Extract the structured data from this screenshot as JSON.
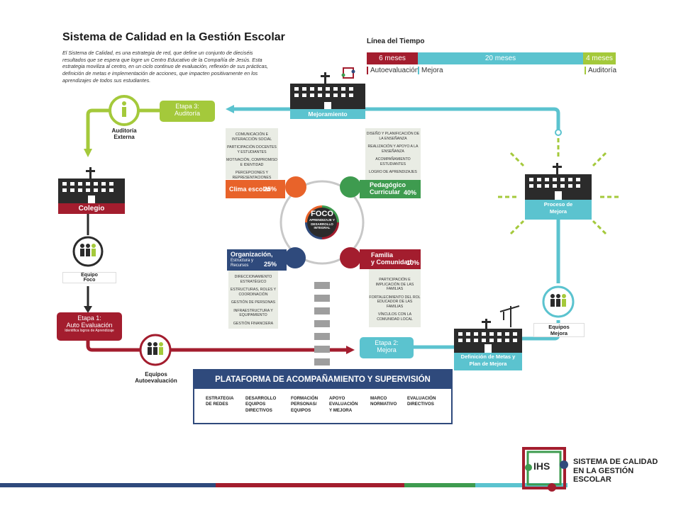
{
  "header": {
    "title": "Sistema de Calidad en la Gestión Escolar",
    "intro": "El Sistema de Calidad, es una estrategia de red, que define un conjunto de dieciséis resultados que se espera que logre un Centro Educativo de la Compañía de Jesús. Esta estrategia moviliza al centro, en un ciclo continuo de evaluación, reflexión de sus prácticas, definición de metas e implementación de acciones, que impacten positivamente en los aprendizajes de todos sus estudiantes."
  },
  "timeline": {
    "title": "Línea del Tiempo",
    "segments": [
      {
        "duration": "6 meses",
        "label": "Autoevaluación",
        "color": "#a31d2e"
      },
      {
        "duration": "20 meses",
        "label": "Mejora",
        "color": "#5bc3cf"
      },
      {
        "duration": "4 meses",
        "label": "Auditoría",
        "color": "#a4c93b"
      }
    ]
  },
  "nodes": {
    "mejoramiento": "Mejoramiento",
    "etapa3": "Etapa 3:",
    "etapa3_sub": "Auditoría",
    "auditoria_externa": "Auditoría\nExterna",
    "colegio": "Colegio",
    "equipo_foco": "Equipo\nFoco",
    "etapa1": "Etapa 1:",
    "etapa1_sub": "Auto Evaluación",
    "etapa1_note": "Identifica logros de Aprendizaje",
    "equipos_autoeval": "Equipos\nAutoevaluación",
    "etapa2": "Etapa 2:",
    "etapa2_sub": "Mejora",
    "definicion": "Definición de Metas y\nPlan de Mejora",
    "equipos_mejora": "Equipos\nMejora",
    "proceso_mejora": "Proceso de\nMejora"
  },
  "foco": {
    "title": "FOCO",
    "subtitle": "APRENDIZAJE Y\nDESARROLLO\nINTEGRAL"
  },
  "areas": {
    "clima": {
      "name": "Clima escolar",
      "pct": "25%",
      "items": [
        "COMUNICACIÓN E INTERACCIÓN SOCIAL",
        "PARTICIPACIÓN DOCENTES Y ESTUDIANTES",
        "MOTIVACIÓN, COMPROMISO E IDENTIDAD",
        "PERCEPCIONES Y REPRESENTACIONES"
      ]
    },
    "pedagogico": {
      "name": "Pedagógico\nCurricular",
      "pct": "40%",
      "items": [
        "DISEÑO Y PLANIFICACIÓN DE LA ENSEÑANZA",
        "REALIZACIÓN Y APOYO A LA ENSEÑANZA",
        "ACOMPAÑAMIENTO ESTUDIANTES",
        "LOGRO DE APRENDIZAJES"
      ]
    },
    "organizacion": {
      "name": "Organización,",
      "name2": "Estructura y\nRecursos",
      "pct": "25%",
      "items": [
        "DIRECCIONAMIENTO ESTRATÉGICO",
        "ESTRUCTURAS, ROLES Y COORDINACIÓN",
        "GESTIÓN DE PERSONAS",
        "INFRAESTRUCTURA Y EQUIPAMIENTO",
        "GESTIÓN FINANCIERA"
      ]
    },
    "familia": {
      "name": "Familia\ny Comunidad",
      "pct": "10%",
      "items": [
        "PARTICIPACIÓN E IMPLICACIÓN DE LAS FAMILIAS",
        "FORTALECIMIENTO DEL ROL EDUCADOR DE LAS FAMILIAS",
        "VÍNCULOS CON LA COMUNIDAD LOCAL"
      ]
    }
  },
  "platform": {
    "title": "PLATAFORMA DE ACOMPAÑAMIENTO Y SUPERVISIÓN",
    "items": [
      "ESTRATEGIA\nDE REDES",
      "DESARROLLO\nEQUIPOS\nDIRECTIVOS",
      "FORMACIÓN\nPERSONAS/\nEQUIPOS",
      "APOYO\nEVALUACIÓN\nY MEJORA",
      "MARCO\nNORMATIVO",
      "EVALUACIÓN\nDIRECTIVOS"
    ]
  },
  "brand": {
    "line1": "SISTEMA DE CALIDAD",
    "line2": "EN LA GESTIÓN",
    "line3": "ESCOLAR",
    "logo_text": "IHS"
  },
  "colors": {
    "red": "#a31d2e",
    "teal": "#5bc3cf",
    "green": "#a4c93b",
    "orange": "#e8632a",
    "pgreen": "#3e9b4f",
    "navy": "#2f4a7c",
    "dark": "#2b2b2b",
    "gray": "#8c8c8c"
  }
}
